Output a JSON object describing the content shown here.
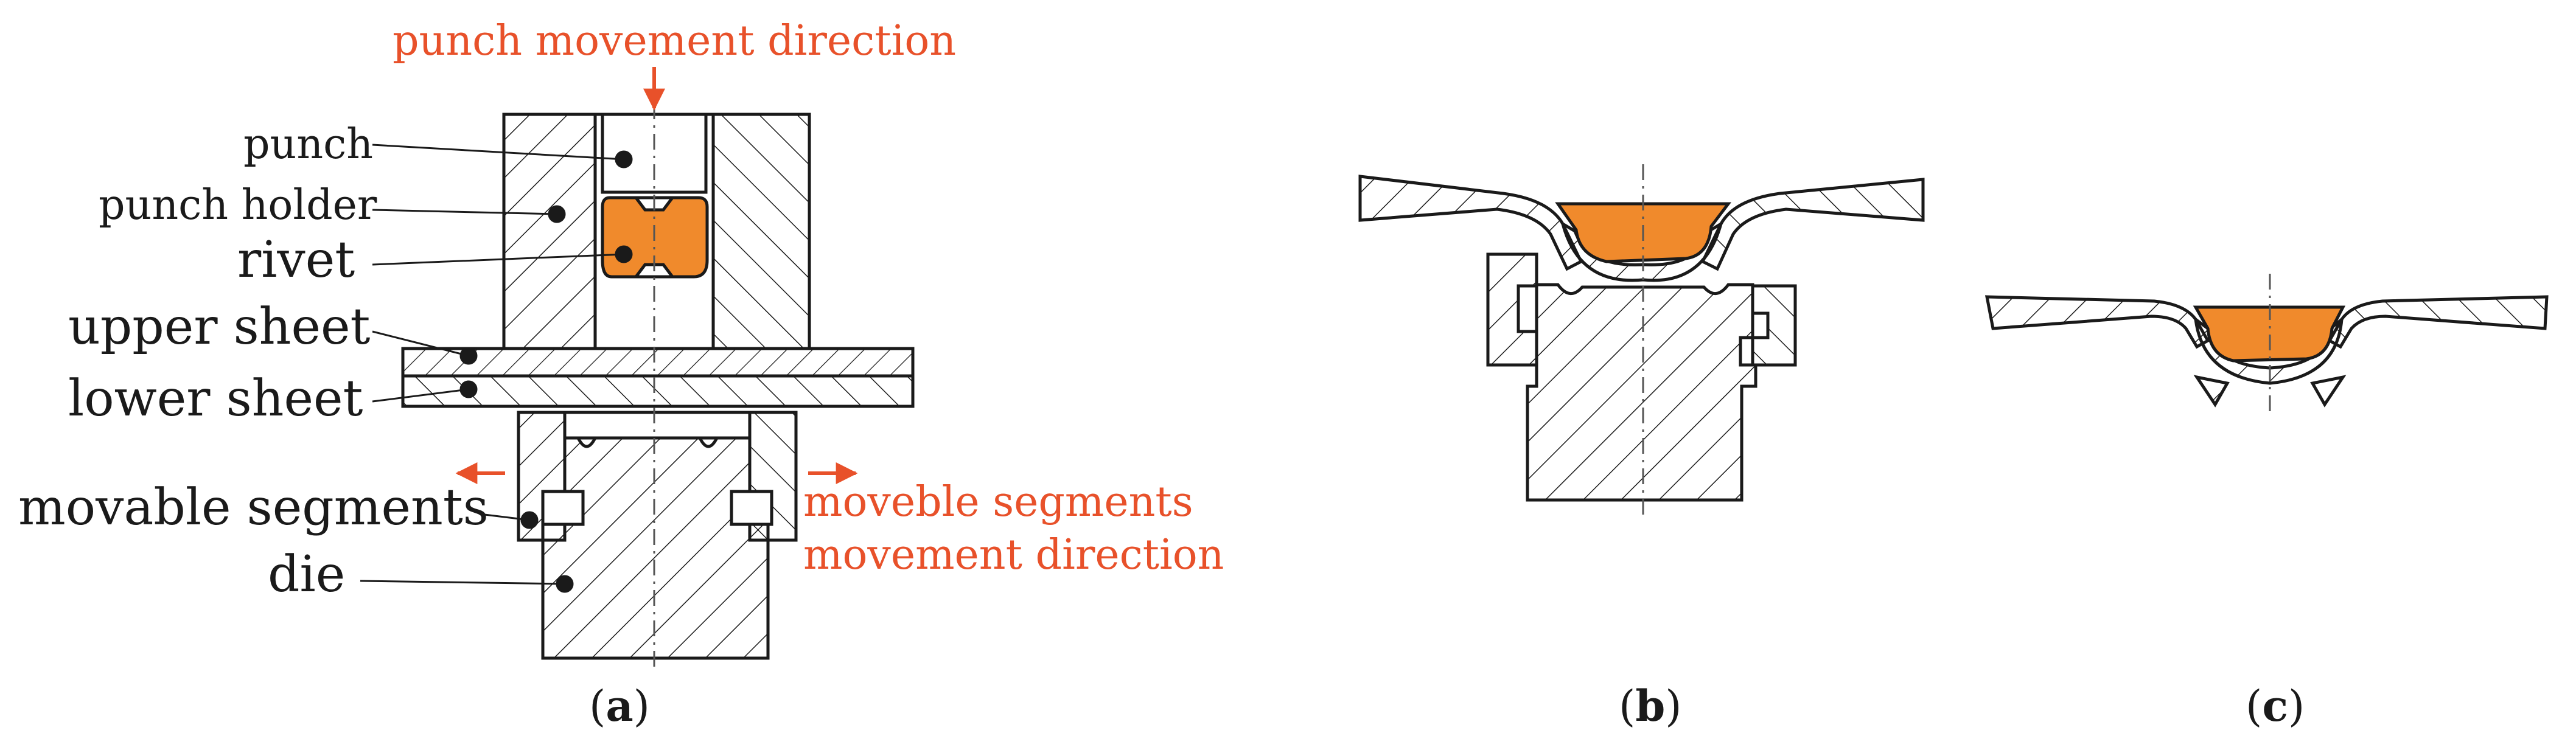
{
  "colors": {
    "annotation": "#e8512a",
    "rivet": "#f08a2c",
    "outline": "#1a1a1a"
  },
  "panel_a": {
    "labels": {
      "punch": "punch",
      "punch_holder": "punch holder",
      "rivet": "rivet",
      "upper_sheet": "upper sheet",
      "lower_sheet": "lower sheet",
      "movable_segments": "movable segments",
      "die": "die"
    },
    "annotations": {
      "punch_direction": "punch movement direction",
      "segments_direction_line1": "moveble segments",
      "segments_direction_line2": "movement direction"
    },
    "caption": "a"
  },
  "panel_b": {
    "caption": "b"
  },
  "panel_c": {
    "caption": "c"
  }
}
